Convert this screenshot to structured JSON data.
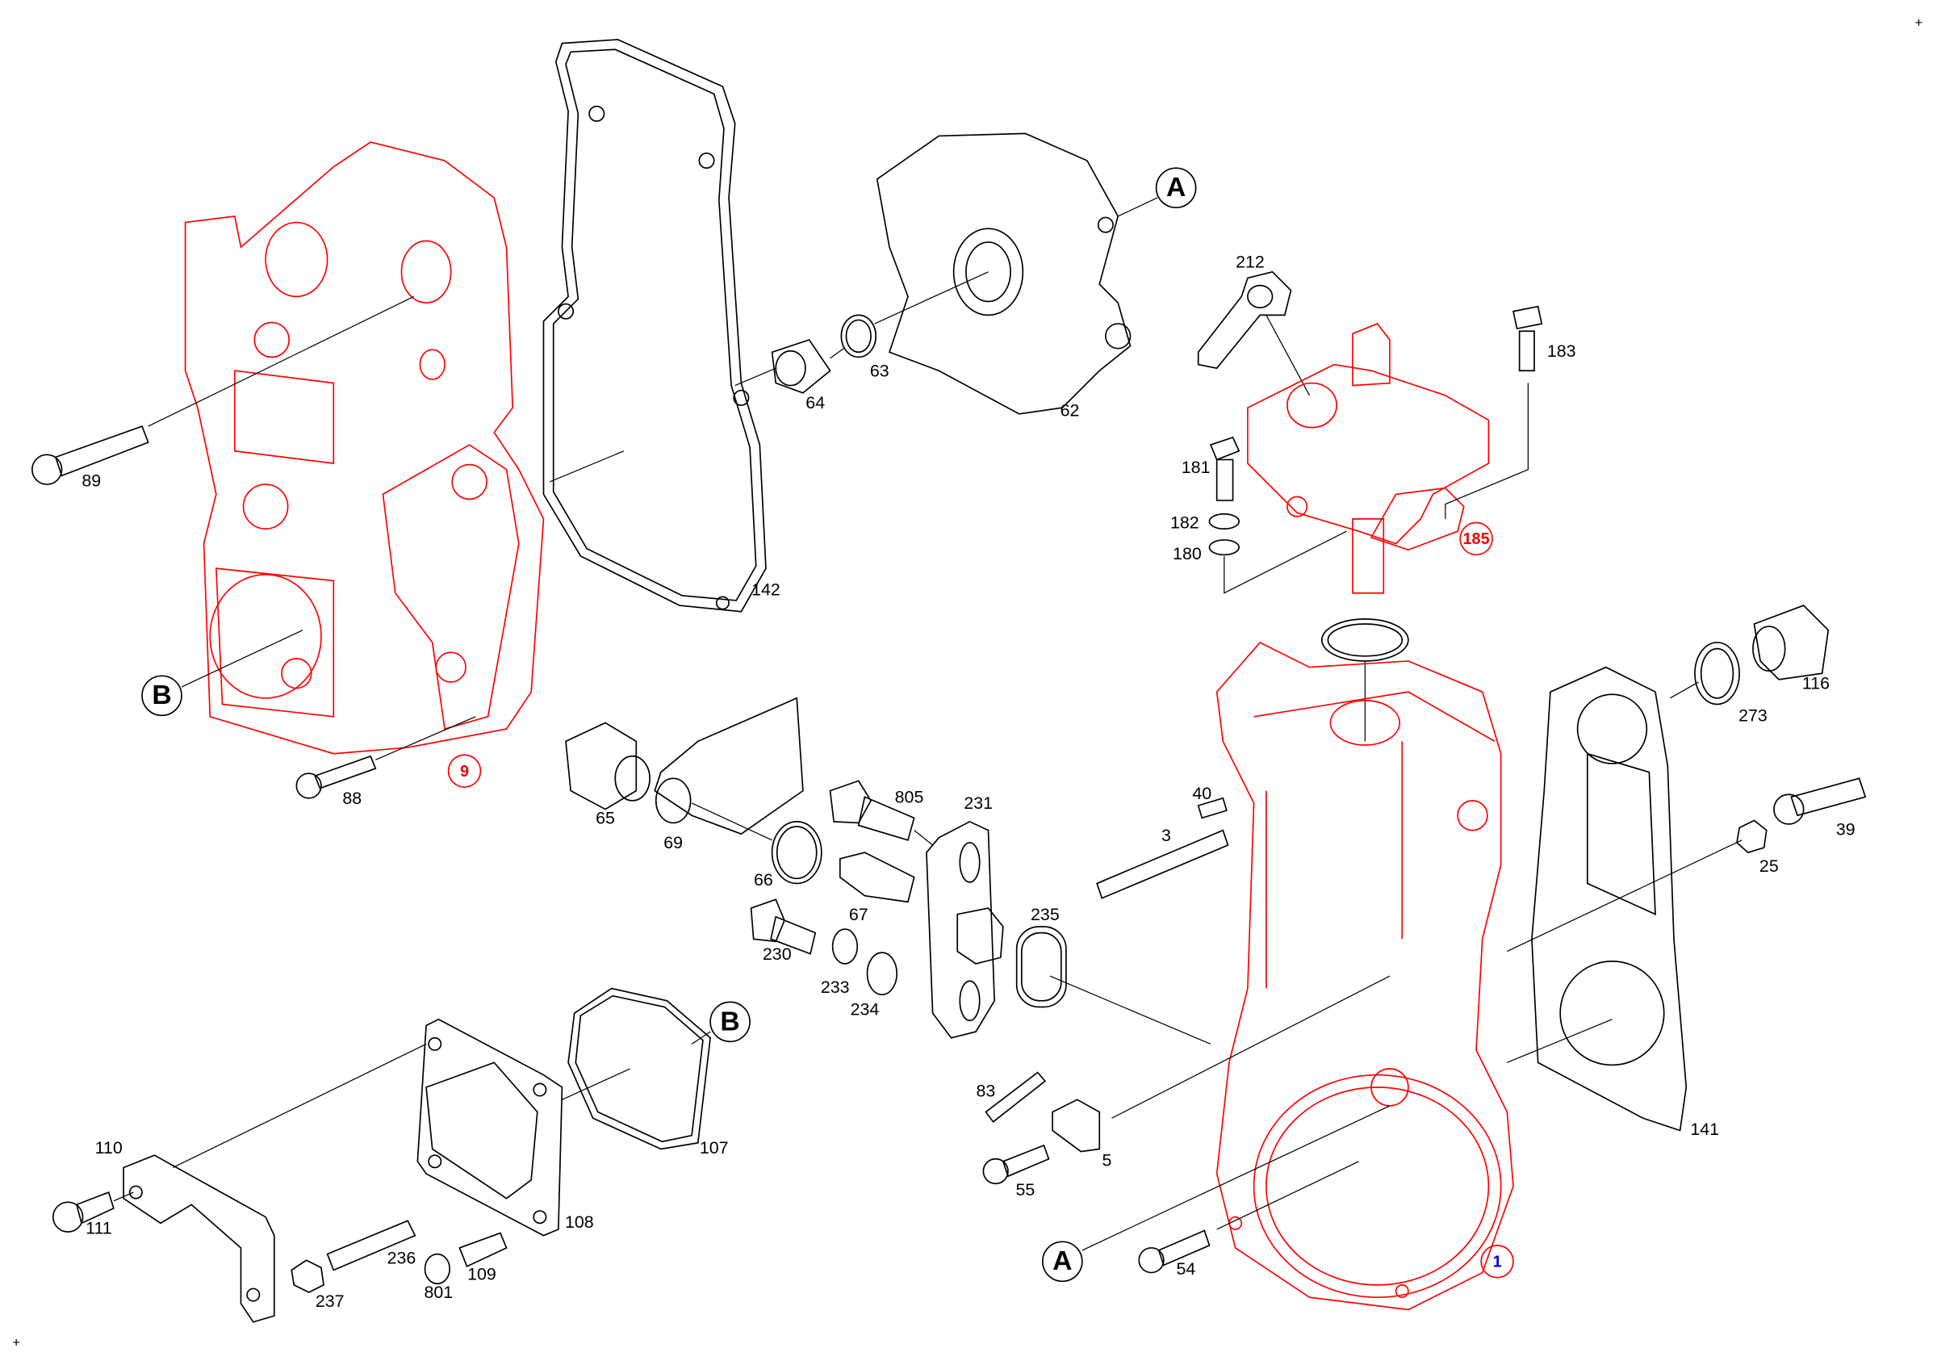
{
  "diagram": {
    "kind": "exploded parts view",
    "colors": {
      "highlight": "#ff0000",
      "callout_blue": "#0000cc",
      "line": "#000000"
    },
    "assemblies": [
      {
        "ref": "9",
        "color": "#ff0000"
      },
      {
        "ref": "185",
        "color": "#ff0000"
      },
      {
        "ref": "1",
        "color": "#0000cc"
      }
    ],
    "connectors": [
      "A",
      "B"
    ],
    "callouts": {
      "p89": "89",
      "p88": "88",
      "p9": "9",
      "pB1": "B",
      "p142": "142",
      "p64": "64",
      "p63": "63",
      "p62": "62",
      "pA1": "A",
      "p212": "212",
      "p183": "183",
      "p181": "181",
      "p182": "182",
      "p180": "180",
      "p185": "185",
      "p116": "116",
      "p273": "273",
      "p65": "65",
      "p69": "69",
      "p805": "805",
      "p231": "231",
      "p66": "66",
      "p67": "67",
      "p40": "40",
      "p3": "3",
      "p39": "39",
      "p25": "25",
      "p230": "230",
      "p233": "233",
      "p234": "234",
      "p235": "235",
      "pB2": "B",
      "p107": "107",
      "p110": "110",
      "p111": "111",
      "p108": "108",
      "p236": "236",
      "p237": "237",
      "p801": "801",
      "p109": "109",
      "p83": "83",
      "p5": "5",
      "p55": "55",
      "pA2": "A",
      "p54": "54",
      "p1": "1",
      "p141": "141"
    },
    "corner_marks": {
      "top_right": "+",
      "bottom_left": "+"
    }
  }
}
